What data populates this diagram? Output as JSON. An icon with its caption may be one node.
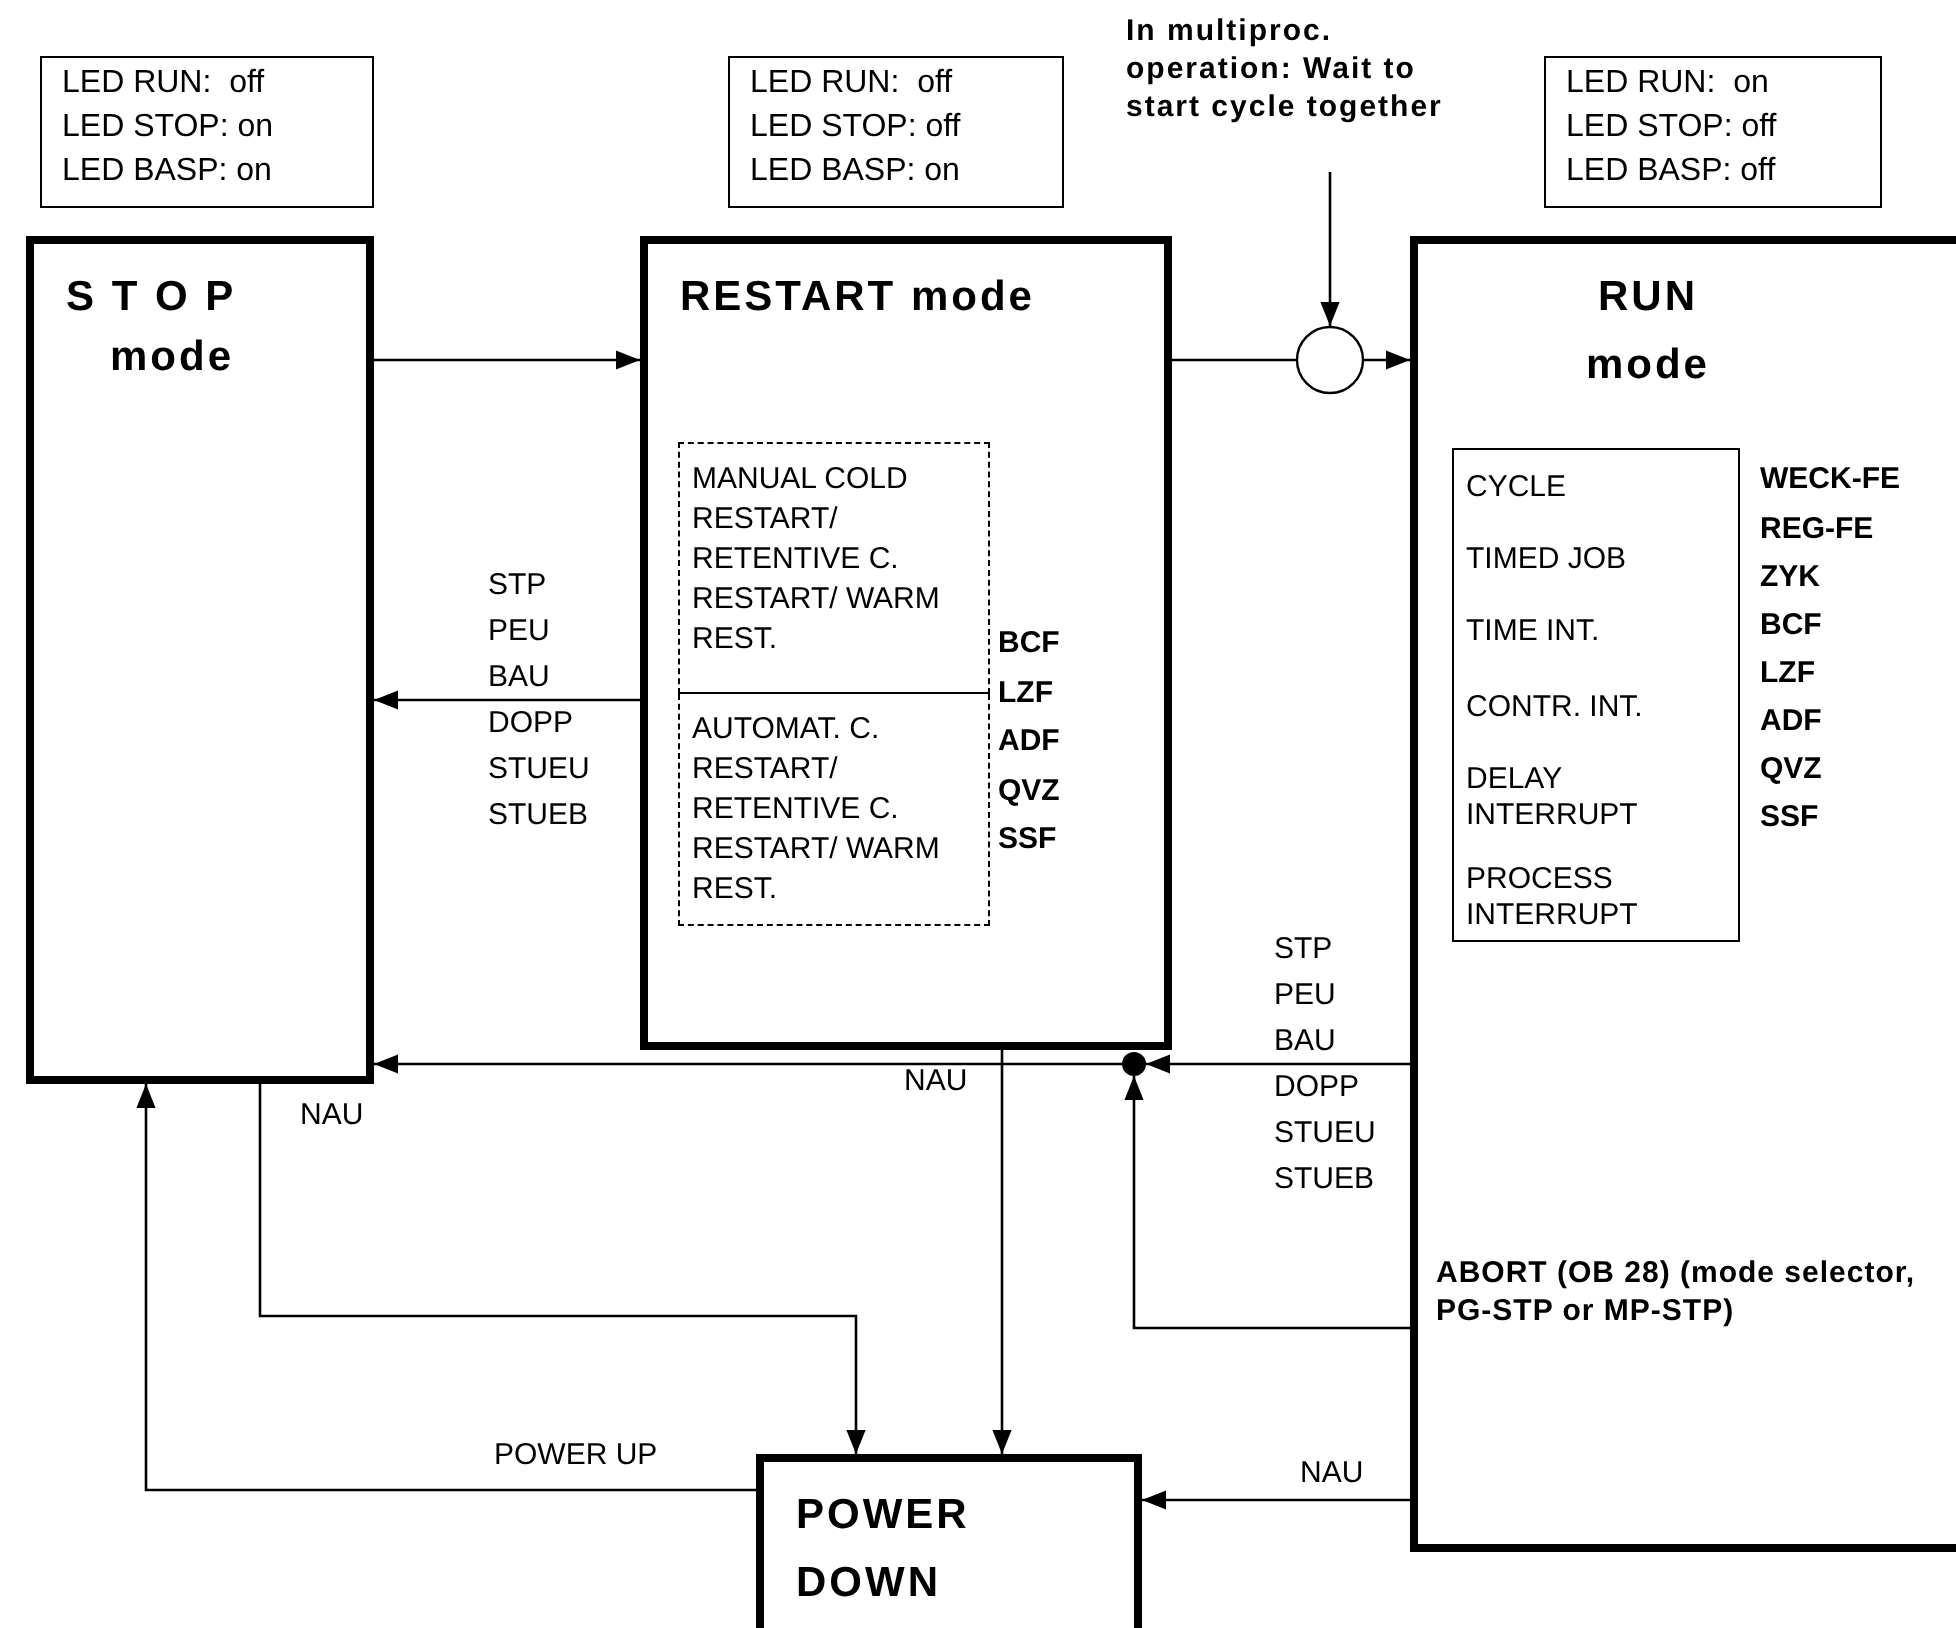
{
  "diagram": {
    "nodes": [
      {
        "text": [
          "LED RUN:  off",
          "LED STOP: on",
          "LED BASP: on"
        ]
      },
      {
        "text": [
          "LED RUN:  off",
          "LED STOP: off",
          "LED BASP: on"
        ]
      },
      {
        "text": [
          "In multiproc. operation: Wait to start cycle together"
        ]
      },
      {
        "text": [
          "LED RUN:  on",
          "LED STOP: off",
          "LED BASP: off"
        ]
      },
      {
        "text": [
          "S T O P",
          "mode"
        ]
      },
      {
        "text": [
          "RESTART mode"
        ]
      },
      {
        "text": [
          "MANUAL COLD RESTART/ RETENTIVE C. RESTART/ WARM REST."
        ],
        "in": 5
      },
      {
        "text": [
          "AUTOMAT. C. RESTART/ RETENTIVE C. RESTART/ WARM REST."
        ],
        "in": 5
      },
      {
        "text": [],
        "shape": "circle"
      },
      {
        "text": [
          "RUN mode"
        ]
      },
      {
        "text": [
          "CYCLE",
          "TIMED JOB",
          "TIME INT.",
          "CONTR. INT.",
          "DELAY INTERRUPT",
          "PROCESS INTERRUPT"
        ],
        "in": 9
      },
      {
        "text": [
          "POWER DOWN"
        ]
      },
      {
        "text": [],
        "shape": "dot"
      }
    ],
    "edges": [
      {
        "from": 4,
        "to": 5,
        "arrow": "to"
      },
      {
        "from": 5,
        "to": 8,
        "arrow": "none"
      },
      {
        "from": 8,
        "to": 9,
        "arrow": "to"
      },
      {
        "from": 2,
        "to": 8,
        "arrow": "to"
      },
      {
        "from": 5,
        "to": 4,
        "arrow": "to",
        "label": "STP PEU BAU DOPP STUEU STUEB"
      },
      {
        "from": 9,
        "to": 12,
        "arrow": "to",
        "label": "STP PEU BAU DOPP STUEU STUEB"
      },
      {
        "from": 9,
        "to": 12,
        "arrow": "to",
        "label": "ABORT (OB 28) (mode selector, PG-STP or MP-STP)"
      },
      {
        "from": 12,
        "to": 4,
        "arrow": "to"
      },
      {
        "from": 5,
        "to": 11,
        "arrow": "to",
        "label": "NAU"
      },
      {
        "from": 4,
        "to": 11,
        "arrow": "to",
        "label": "NAU"
      },
      {
        "from": 9,
        "to": 11,
        "arrow": "to",
        "label": "NAU"
      },
      {
        "from": 11,
        "to": 4,
        "arrow": "to",
        "label": "POWER UP"
      }
    ],
    "labels": [
      "BCF",
      "LZF",
      "ADF",
      "QVZ",
      "SSF",
      "WECK-FE",
      "REG-FE",
      "ZYK",
      "BCF",
      "LZF",
      "ADF",
      "QVZ",
      "SSF"
    ]
  }
}
